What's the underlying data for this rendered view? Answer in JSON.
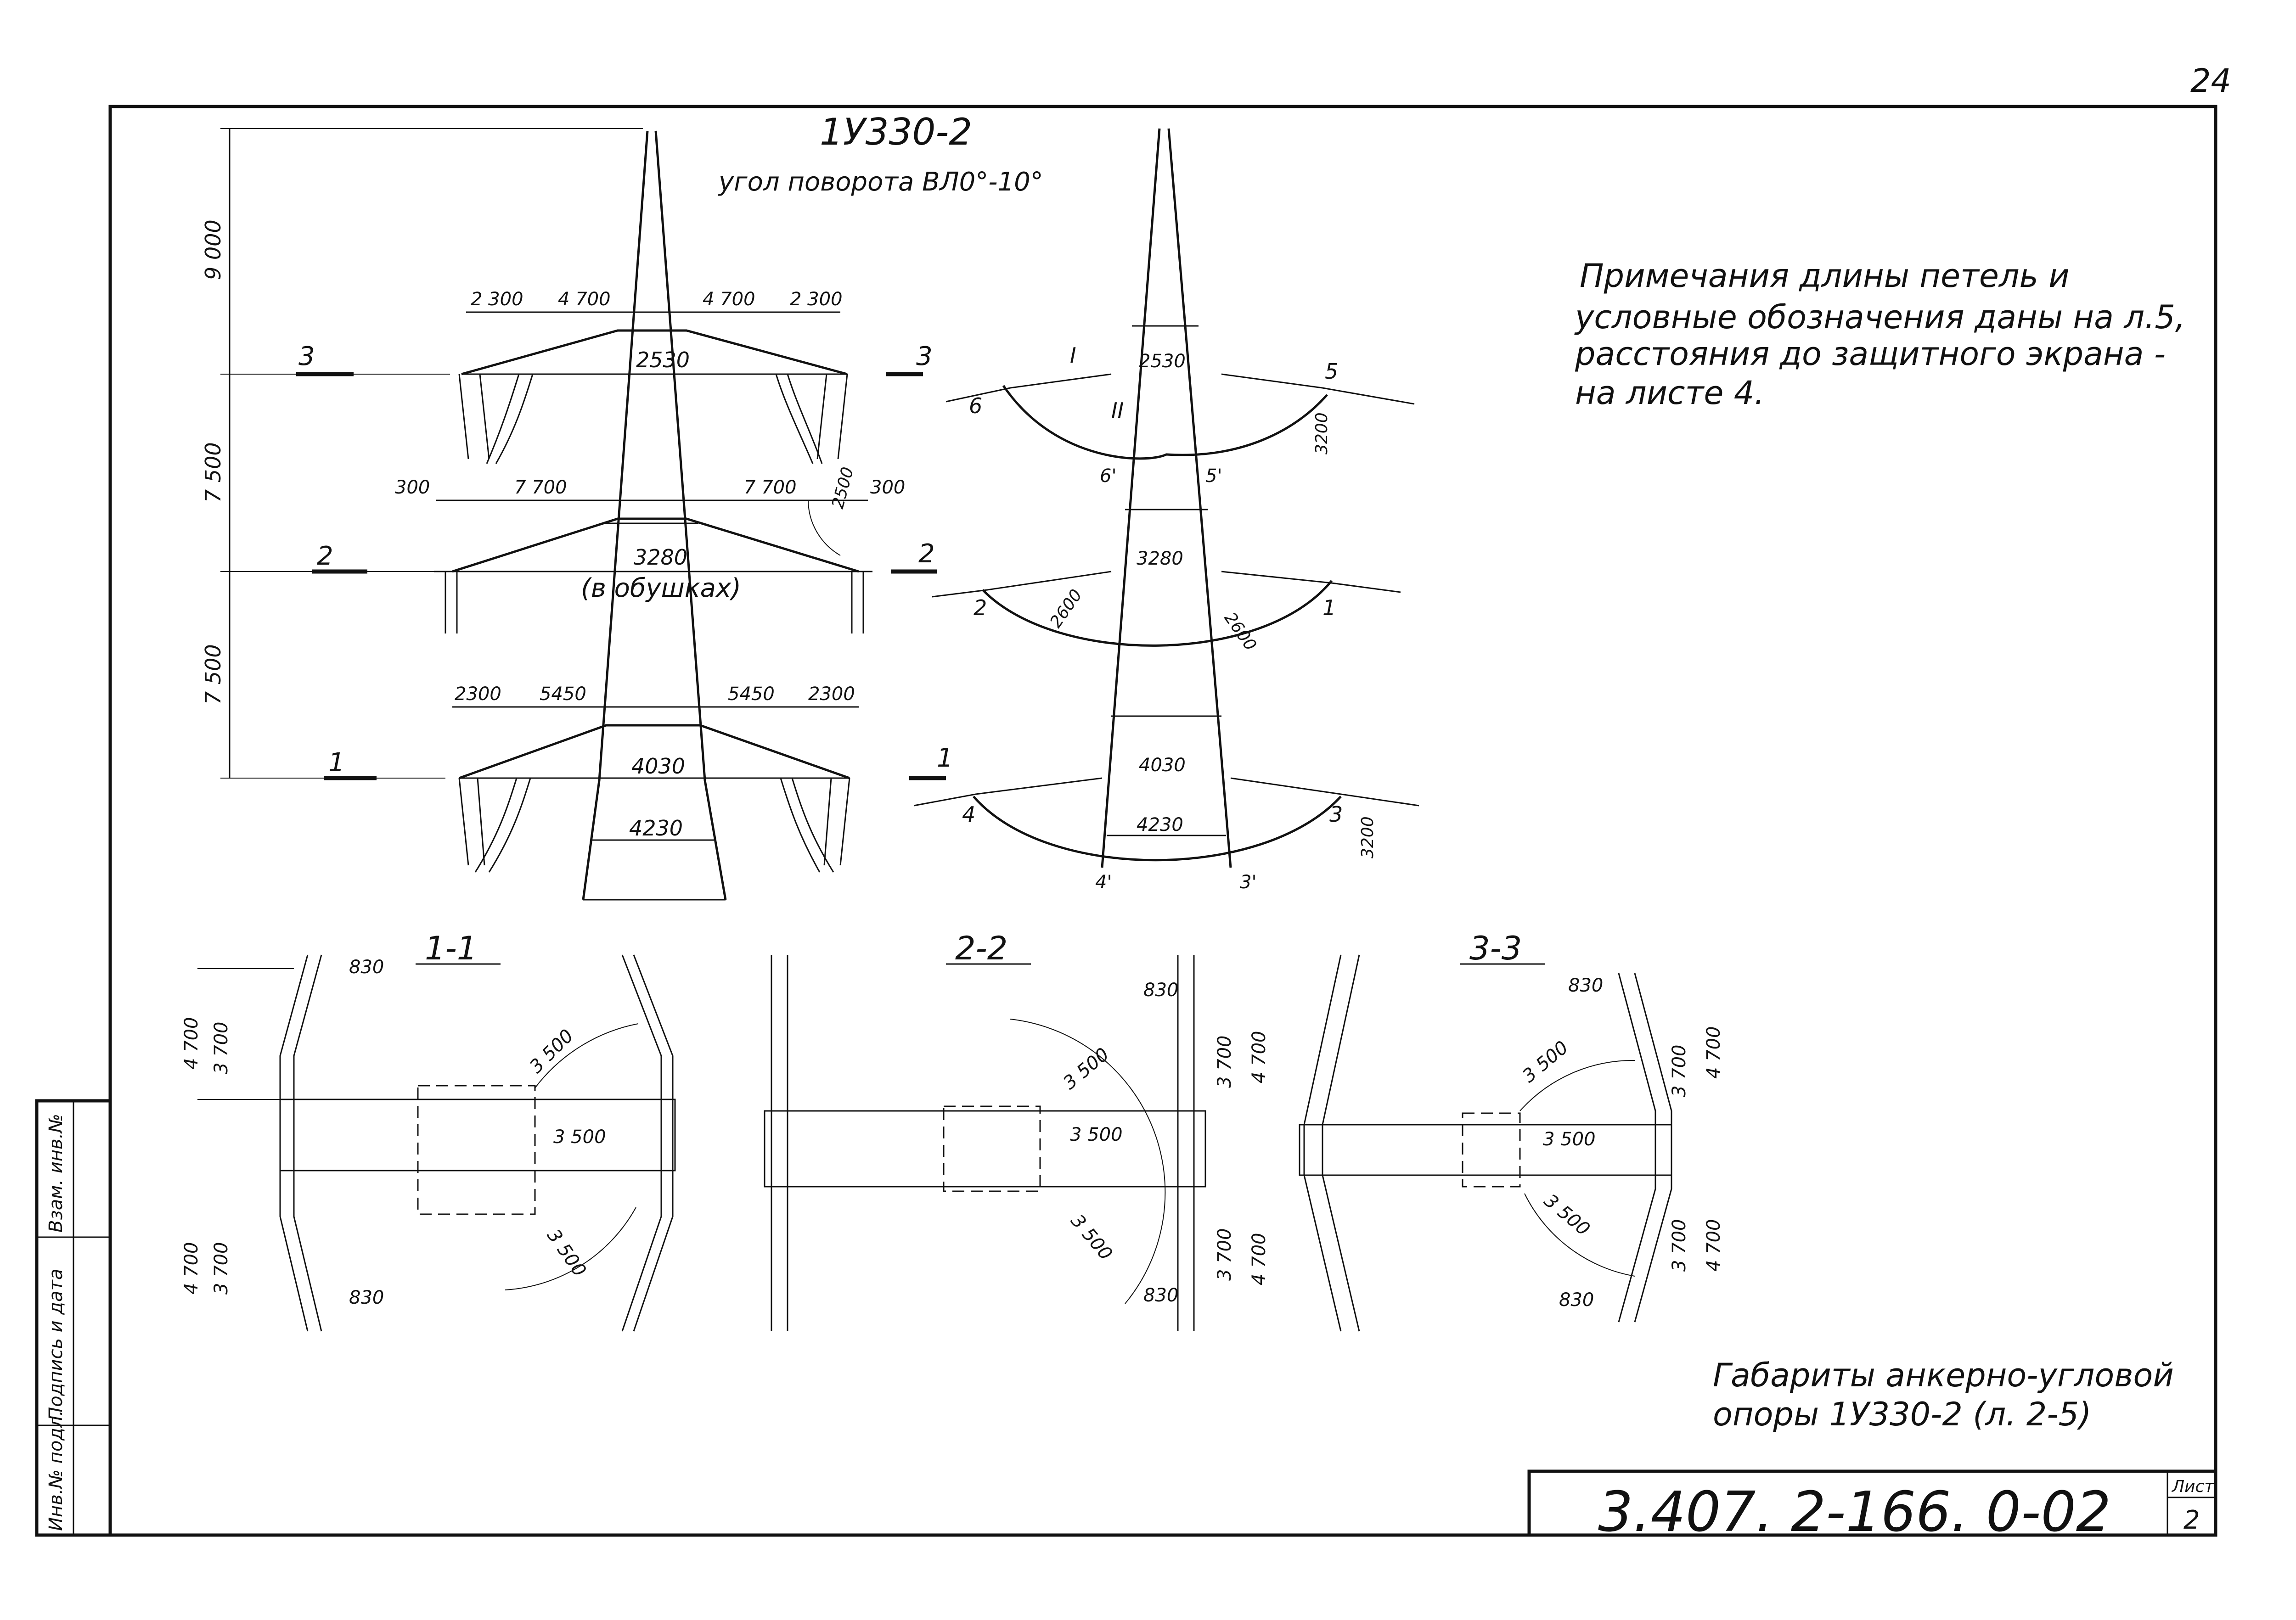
{
  "page": {
    "sheet_number": "24",
    "header_title": "1У330-2",
    "header_subtitle": "угол поворота ВЛ0°-10°"
  },
  "notes": [
    "Примечания длины петель и",
    "условные обозначения даны на л.5,",
    "расстояния до защитного экрана -",
    "на листе 4."
  ],
  "caption": [
    "Габариты анкерно-угловой",
    "опоры 1У330-2 (л. 2-5)"
  ],
  "title_block": {
    "doc_code": "3.407. 2-166. 0-02",
    "sheet_label": "Лист",
    "sheet_value": "2"
  },
  "side_stamp": [
    "Инв.№ подл.",
    "Подпись и дата",
    "Взам. инв.№"
  ],
  "elevation_dims": {
    "vertical": [
      "9 000",
      "7 500",
      "7 500"
    ],
    "top_arm": [
      "2 300",
      "4 700",
      "4 700",
      "2 300",
      "2530"
    ],
    "middle_arm": [
      "300",
      "7 700",
      "7 700",
      "300",
      "3280",
      "(в обушках)",
      "2500"
    ],
    "bottom_arm": [
      "2300",
      "5450",
      "5450",
      "2300",
      "4030",
      "4230"
    ]
  },
  "side_view_dims": {
    "widths": [
      "2530",
      "3280",
      "4030",
      "4230"
    ],
    "sag": [
      "3200",
      "3200"
    ],
    "radius": [
      "2600",
      "2600"
    ]
  },
  "section_labels": {
    "markers": [
      "3",
      "3",
      "2",
      "2",
      "1",
      "1"
    ],
    "sections": [
      "1-1",
      "2-2",
      "3-3"
    ]
  },
  "plan_dims": {
    "s11": [
      "4 700",
      "3 700",
      "830",
      "3 500",
      "3 500",
      "3 500",
      "4 700",
      "3 700",
      "830"
    ],
    "s22": [
      "830",
      "3 700",
      "4 700",
      "3 500",
      "3 500",
      "3 500",
      "3 700",
      "4 700",
      "830"
    ],
    "s33": [
      "3 500",
      "3 500",
      "3 500",
      "830",
      "3 700",
      "4 700",
      "3 700",
      "4 700",
      "830"
    ]
  },
  "phase_labels": {
    "numbers": [
      "1",
      "2",
      "3",
      "4",
      "5",
      "6"
    ],
    "primed": [
      "3'",
      "4'",
      "5'",
      "6'"
    ],
    "chains": [
      "I",
      "II"
    ]
  }
}
